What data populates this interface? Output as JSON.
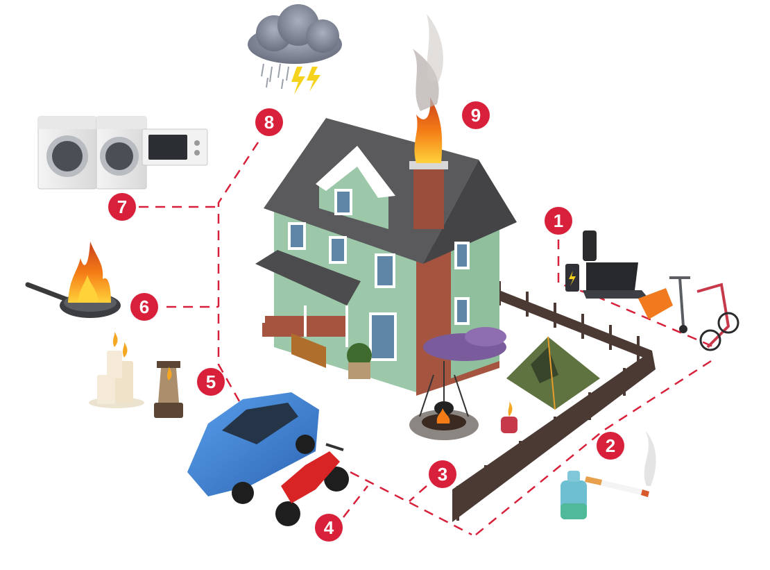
{
  "colors": {
    "marker": "#d8203a",
    "connector": "#d8203a",
    "house_siding": "#9cc7a8",
    "roof": "#5a5a5c",
    "brick": "#9b4e3b",
    "car": "#3d7fd0",
    "tent": "#5f7341",
    "fence": "#4a3a33",
    "flame": "#f28a1d"
  },
  "markers": [
    {
      "label": "1",
      "topic": "batteries-and-electronics"
    },
    {
      "label": "2",
      "topic": "smoking-and-vaping"
    },
    {
      "label": "3",
      "topic": "camping-and-campfires"
    },
    {
      "label": "4",
      "topic": "motorcycle"
    },
    {
      "label": "5",
      "topic": "car"
    },
    {
      "label": "6",
      "topic": "cooking"
    },
    {
      "label": "7",
      "topic": "home-appliances"
    },
    {
      "label": "8",
      "topic": "lightning-storm"
    },
    {
      "label": "9",
      "topic": "chimney-fire"
    }
  ]
}
